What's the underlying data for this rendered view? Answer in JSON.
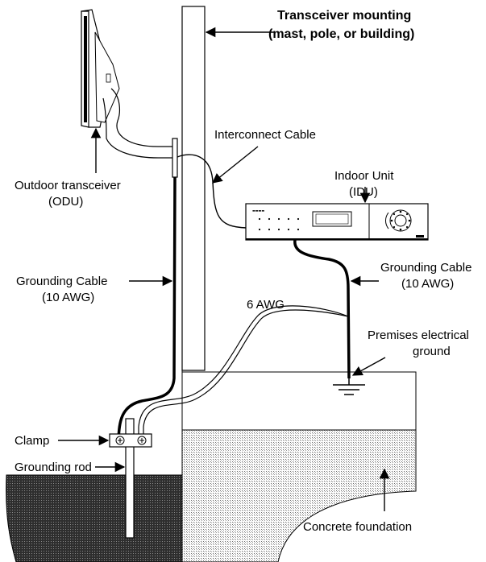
{
  "labels": {
    "mounting_line1": "Transceiver mounting",
    "mounting_line2": "(mast, pole, or building)",
    "interconnect": "Interconnect Cable",
    "idu_line1": "Indoor Unit",
    "idu_line2": "(IDU)",
    "odu_line1": "Outdoor transceiver",
    "odu_line2": "(ODU)",
    "grounding_left_line1": "Grounding Cable",
    "grounding_left_line2": "(10 AWG)",
    "grounding_right_line1": "Grounding Cable",
    "grounding_right_line2": "(10 AWG)",
    "awg6": "6 AWG",
    "premises_line1": "Premises electrical",
    "premises_line2": "ground",
    "clamp": "Clamp",
    "grounding_rod": "Grounding rod",
    "concrete": "Concrete foundation"
  },
  "colors": {
    "line": "#000000",
    "background": "#ffffff",
    "earth": "#3a3a3a",
    "concrete_dots": "#7a7a7a"
  }
}
